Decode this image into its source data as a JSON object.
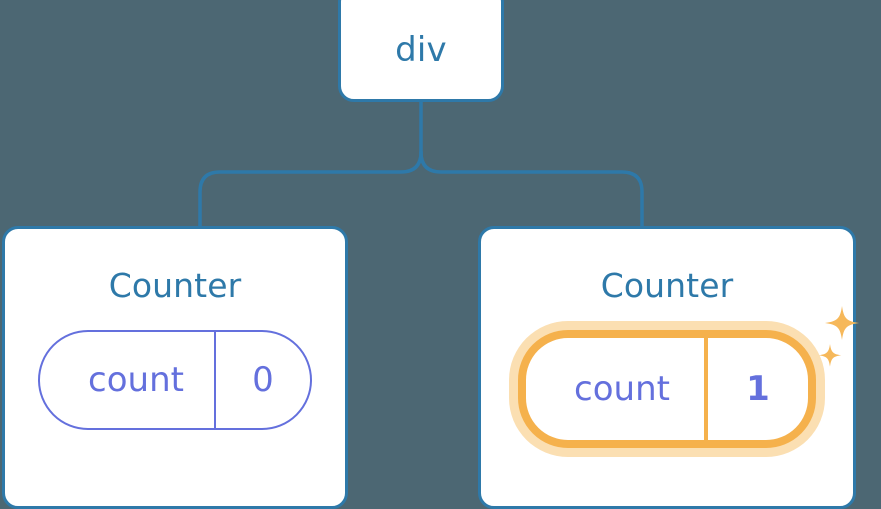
{
  "diagram": {
    "title": "React component tree with highlighted state update",
    "background_color": "#4c6773",
    "palette": {
      "card_background": "#ffffff",
      "card_border": "#2e79a9",
      "node_text": "#2e79a9",
      "connector": "#2e79a9",
      "pill_stroke": "#6470dd",
      "pill_text": "#6470dd",
      "highlight_ring": "#f5b14c",
      "highlight_glow": "#fbdfb2",
      "sparkle": "#f6b85a"
    }
  },
  "root": {
    "label": "div"
  },
  "children": [
    {
      "title": "Counter",
      "state": {
        "key": "count",
        "value": "0"
      },
      "highlighted": false,
      "sparkles": false
    },
    {
      "title": "Counter",
      "state": {
        "key": "count",
        "value": "1"
      },
      "highlighted": true,
      "sparkles": true
    }
  ],
  "edges": [
    {
      "from": "div",
      "to": "Counter (left)"
    },
    {
      "from": "div",
      "to": "Counter (right)"
    }
  ]
}
